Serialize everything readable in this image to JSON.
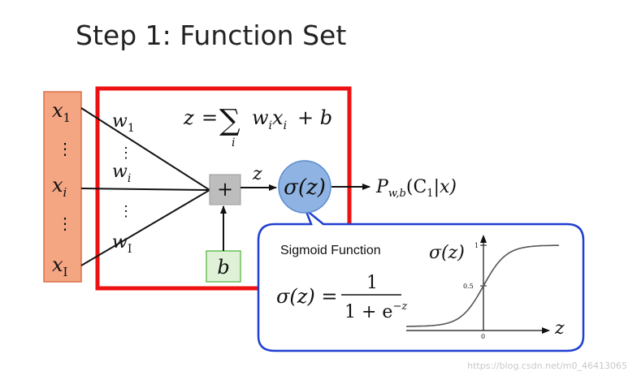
{
  "slide": {
    "title": "Step 1: Function Set"
  },
  "inputs": {
    "x1": {
      "base": "x",
      "sub": "1"
    },
    "xi": {
      "base": "x",
      "sub": "i"
    },
    "xI": {
      "base": "x",
      "sub": "I"
    },
    "vdots": "⋮"
  },
  "weights": {
    "w1": {
      "base": "w",
      "sub": "1"
    },
    "wi": {
      "base": "w",
      "sub": "i"
    },
    "wI": {
      "base": "w",
      "sub": "I"
    }
  },
  "formula": {
    "lhs": "z",
    "equals": "=",
    "sum_symbol": "∑",
    "sum_index": "i",
    "term_w": "w",
    "term_w_sub": "i",
    "term_x": "x",
    "term_x_sub": "i",
    "plus_b": "+ b"
  },
  "neuron": {
    "sum_node": "+",
    "z_label": "z",
    "bias": "b",
    "activation": "σ(z)",
    "output": {
      "base": "P",
      "sub": "w,b",
      "args": "(C",
      "args_sub": "1",
      "args_tail": "|x)"
    }
  },
  "callout": {
    "heading": "Sigmoid Function",
    "formula_lhs": "σ(z) =",
    "formula_num": "1",
    "formula_den_base": "1 + e",
    "formula_den_exp": "−z",
    "graph_ylabel": "σ(z)",
    "graph_xlabel": "z",
    "tick_y_top": "1",
    "tick_y_mid": "0.5",
    "tick_x_zero": "0"
  },
  "colors": {
    "input_fill": "#f4a582",
    "input_border": "#d97048",
    "red_frame": "#ee1111",
    "sum_fill": "#bdbdbd",
    "bias_fill": "#dff2d8",
    "bias_border": "#6cbf5a",
    "sigma_fill": "#8fb4e3",
    "sigma_border": "#5b8bd0",
    "callout_border": "#1f3fd1"
  },
  "watermark": "https://blog.csdn.net/m0_46413065"
}
